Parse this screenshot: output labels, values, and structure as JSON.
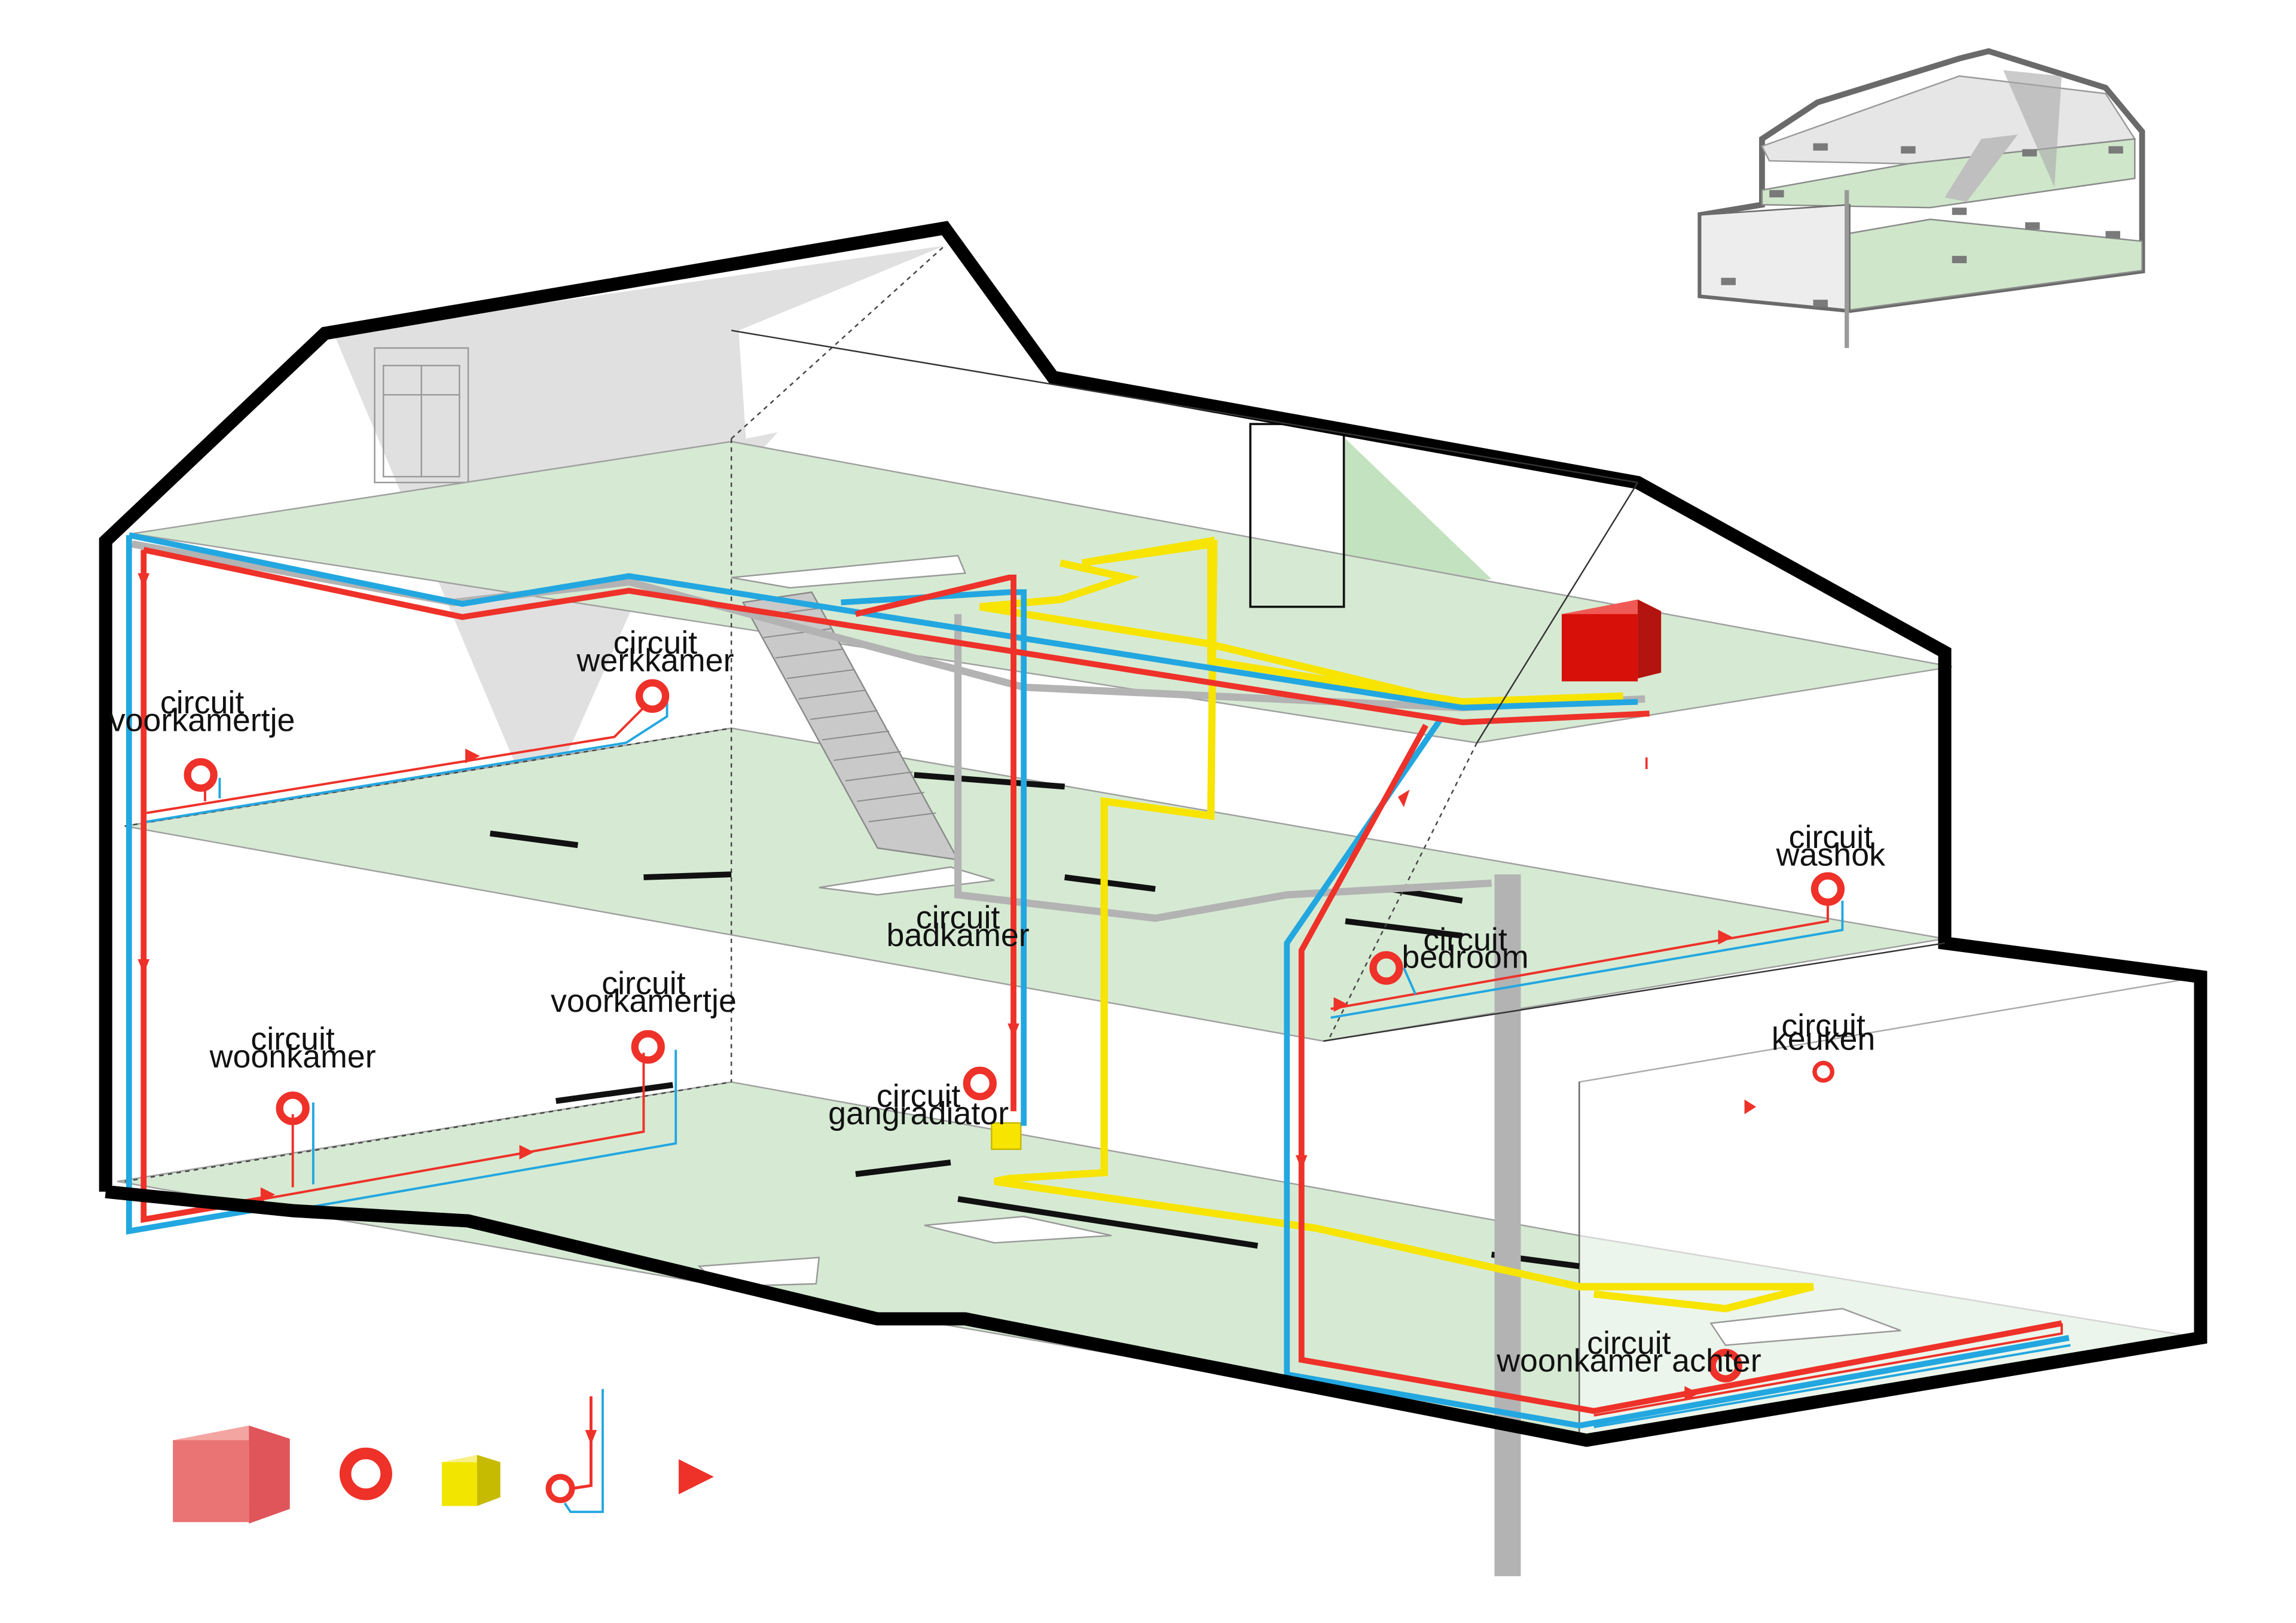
{
  "colors": {
    "supply": "#ee3129",
    "return": "#23a7e0",
    "floor": "#d6ead3",
    "yellow_pipe": "#f7e400",
    "boiler": "#e8282a",
    "grey_pipe": "#b3b3b3",
    "roof_shadow": "#d9d7d8"
  },
  "circuits": [
    {
      "line1": "circuit",
      "line2": "werkkamer"
    },
    {
      "line1": "circuit",
      "line2": "voorkamertje"
    },
    {
      "line1": "circuit",
      "line2": "voorkamertje"
    },
    {
      "line1": "circuit",
      "line2": "woonkamer"
    },
    {
      "line1": "circuit",
      "line2": "badkamer"
    },
    {
      "line1": "circuit",
      "line2": "gangradiator"
    },
    {
      "line1": "circuit",
      "line2": "washok"
    },
    {
      "line1": "circuit",
      "line2": "bedroom"
    },
    {
      "line1": "circuit",
      "line2": "keuken"
    },
    {
      "line1": "circuit",
      "line2": "woonkamer achter"
    }
  ],
  "legend": [
    {
      "icon": "boiler-cube-icon"
    },
    {
      "icon": "radiator-ring-icon"
    },
    {
      "icon": "yellow-cube-icon"
    },
    {
      "icon": "circuit-connection-icon"
    },
    {
      "icon": "flow-direction-arrow-icon"
    }
  ]
}
